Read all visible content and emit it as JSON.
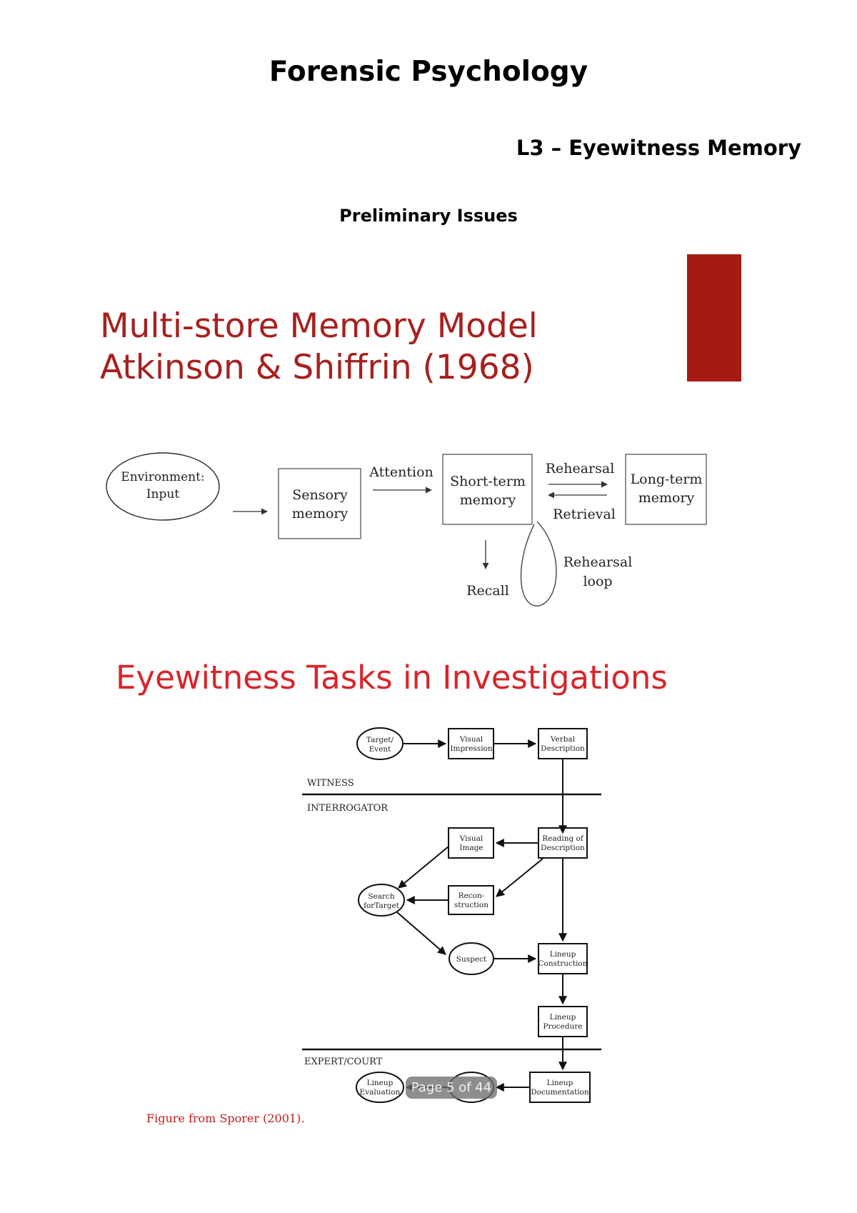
{
  "document": {
    "title": "Forensic Psychology",
    "lecture": "L3 – Eyewitness Memory",
    "section": "Preliminary Issues"
  },
  "slide1": {
    "title_line1": "Multi-store Memory Model",
    "title_line2": "Atkinson & Shiffrin (1968)",
    "diagram": {
      "environment_line1": "Environment:",
      "environment_line2": "Input",
      "sensory_line1": "Sensory",
      "sensory_line2": "memory",
      "attention": "Attention",
      "short_term_line1": "Short-term",
      "short_term_line2": "memory",
      "rehearsal": "Rehearsal",
      "retrieval": "Retrieval",
      "long_term_line1": "Long-term",
      "long_term_line2": "memory",
      "recall": "Recall",
      "rehearsal_loop_line1": "Rehearsal",
      "rehearsal_loop_line2": "loop"
    }
  },
  "slide2": {
    "title": "Eyewitness Tasks in Investigations",
    "flow": {
      "target_line1": "Target/",
      "target_line2": "Event",
      "visual_impression_line1": "Visual",
      "visual_impression_line2": "Impression",
      "verbal_description_line1": "Verbal",
      "verbal_description_line2": "Description",
      "witness": "WITNESS",
      "interrogator": "INTERROGATOR",
      "visual_image_line1": "Visual",
      "visual_image_line2": "Image",
      "reading_line1": "Reading of",
      "reading_line2": "Description",
      "search_line1": "Search",
      "search_line2": "forTarget",
      "reconstruction_line1": "Recon-",
      "reconstruction_line2": "struction",
      "suspect": "Suspect",
      "lineup_construction_line1": "Lineup",
      "lineup_construction_line2": "Construction",
      "lineup_procedure_line1": "Lineup",
      "lineup_procedure_line2": "Procedure",
      "expert_court": "EXPERT/COURT",
      "lineup_evaluation_line1": "Lineup",
      "lineup_evaluation_line2": "Evaluation",
      "lineup_documentation_line1": "Lineup",
      "lineup_documentation_line2": "Documentation"
    },
    "caption": "Figure from Sporer (2001)."
  },
  "viewer": {
    "page_indicator": "Page 5 of 44"
  },
  "colors": {
    "slide_title": "#a7201e",
    "accent_bar": "#a51a12",
    "slide2_title": "#d8252a",
    "caption": "#c11d1d"
  }
}
